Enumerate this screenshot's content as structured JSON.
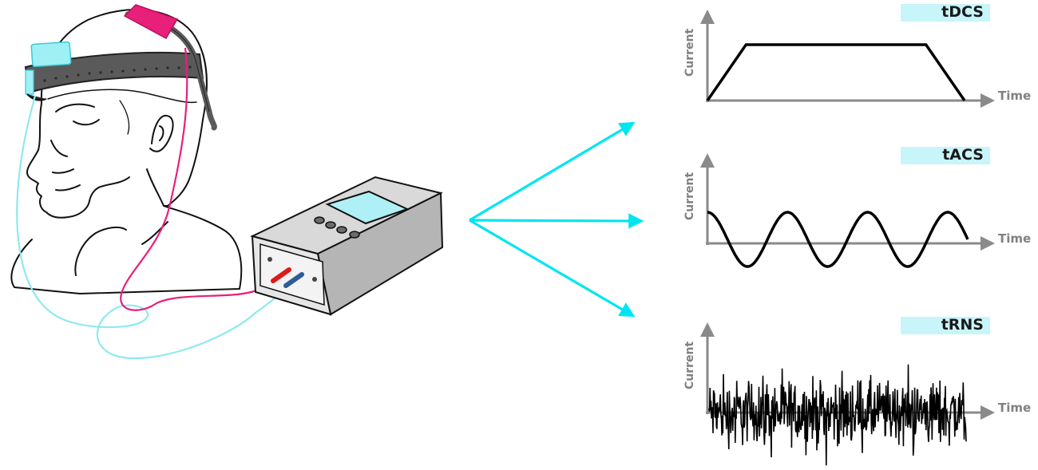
{
  "figure": {
    "stimulator": {
      "screen_color": "#aef0f5",
      "body_color": "#cfcfcf",
      "anode_color": "#e8207a",
      "cathode_color": "#9ff0f5",
      "lead_red": "#e01919",
      "lead_blue": "#2e5b9a"
    },
    "arrow_color": "#00e5f2"
  },
  "panels": [
    {
      "title": "tDCS",
      "ylabel": "Current",
      "xlabel": "Time"
    },
    {
      "title": "tACS",
      "ylabel": "Current",
      "xlabel": "Time"
    },
    {
      "title": "tRNS",
      "ylabel": "Current",
      "xlabel": "Time"
    }
  ],
  "chart_data": [
    {
      "type": "line",
      "title": "tDCS",
      "ylabel": "Current",
      "xlabel": "Time",
      "x": [
        0,
        0.15,
        0.85,
        1.0
      ],
      "y": [
        0,
        1,
        1,
        0
      ]
    },
    {
      "type": "line",
      "title": "tACS",
      "ylabel": "Current",
      "xlabel": "Time",
      "shape": "sine",
      "cycles": 3.25,
      "amplitude": 1
    },
    {
      "type": "line",
      "title": "tRNS",
      "ylabel": "Current",
      "xlabel": "Time",
      "shape": "random noise"
    }
  ]
}
